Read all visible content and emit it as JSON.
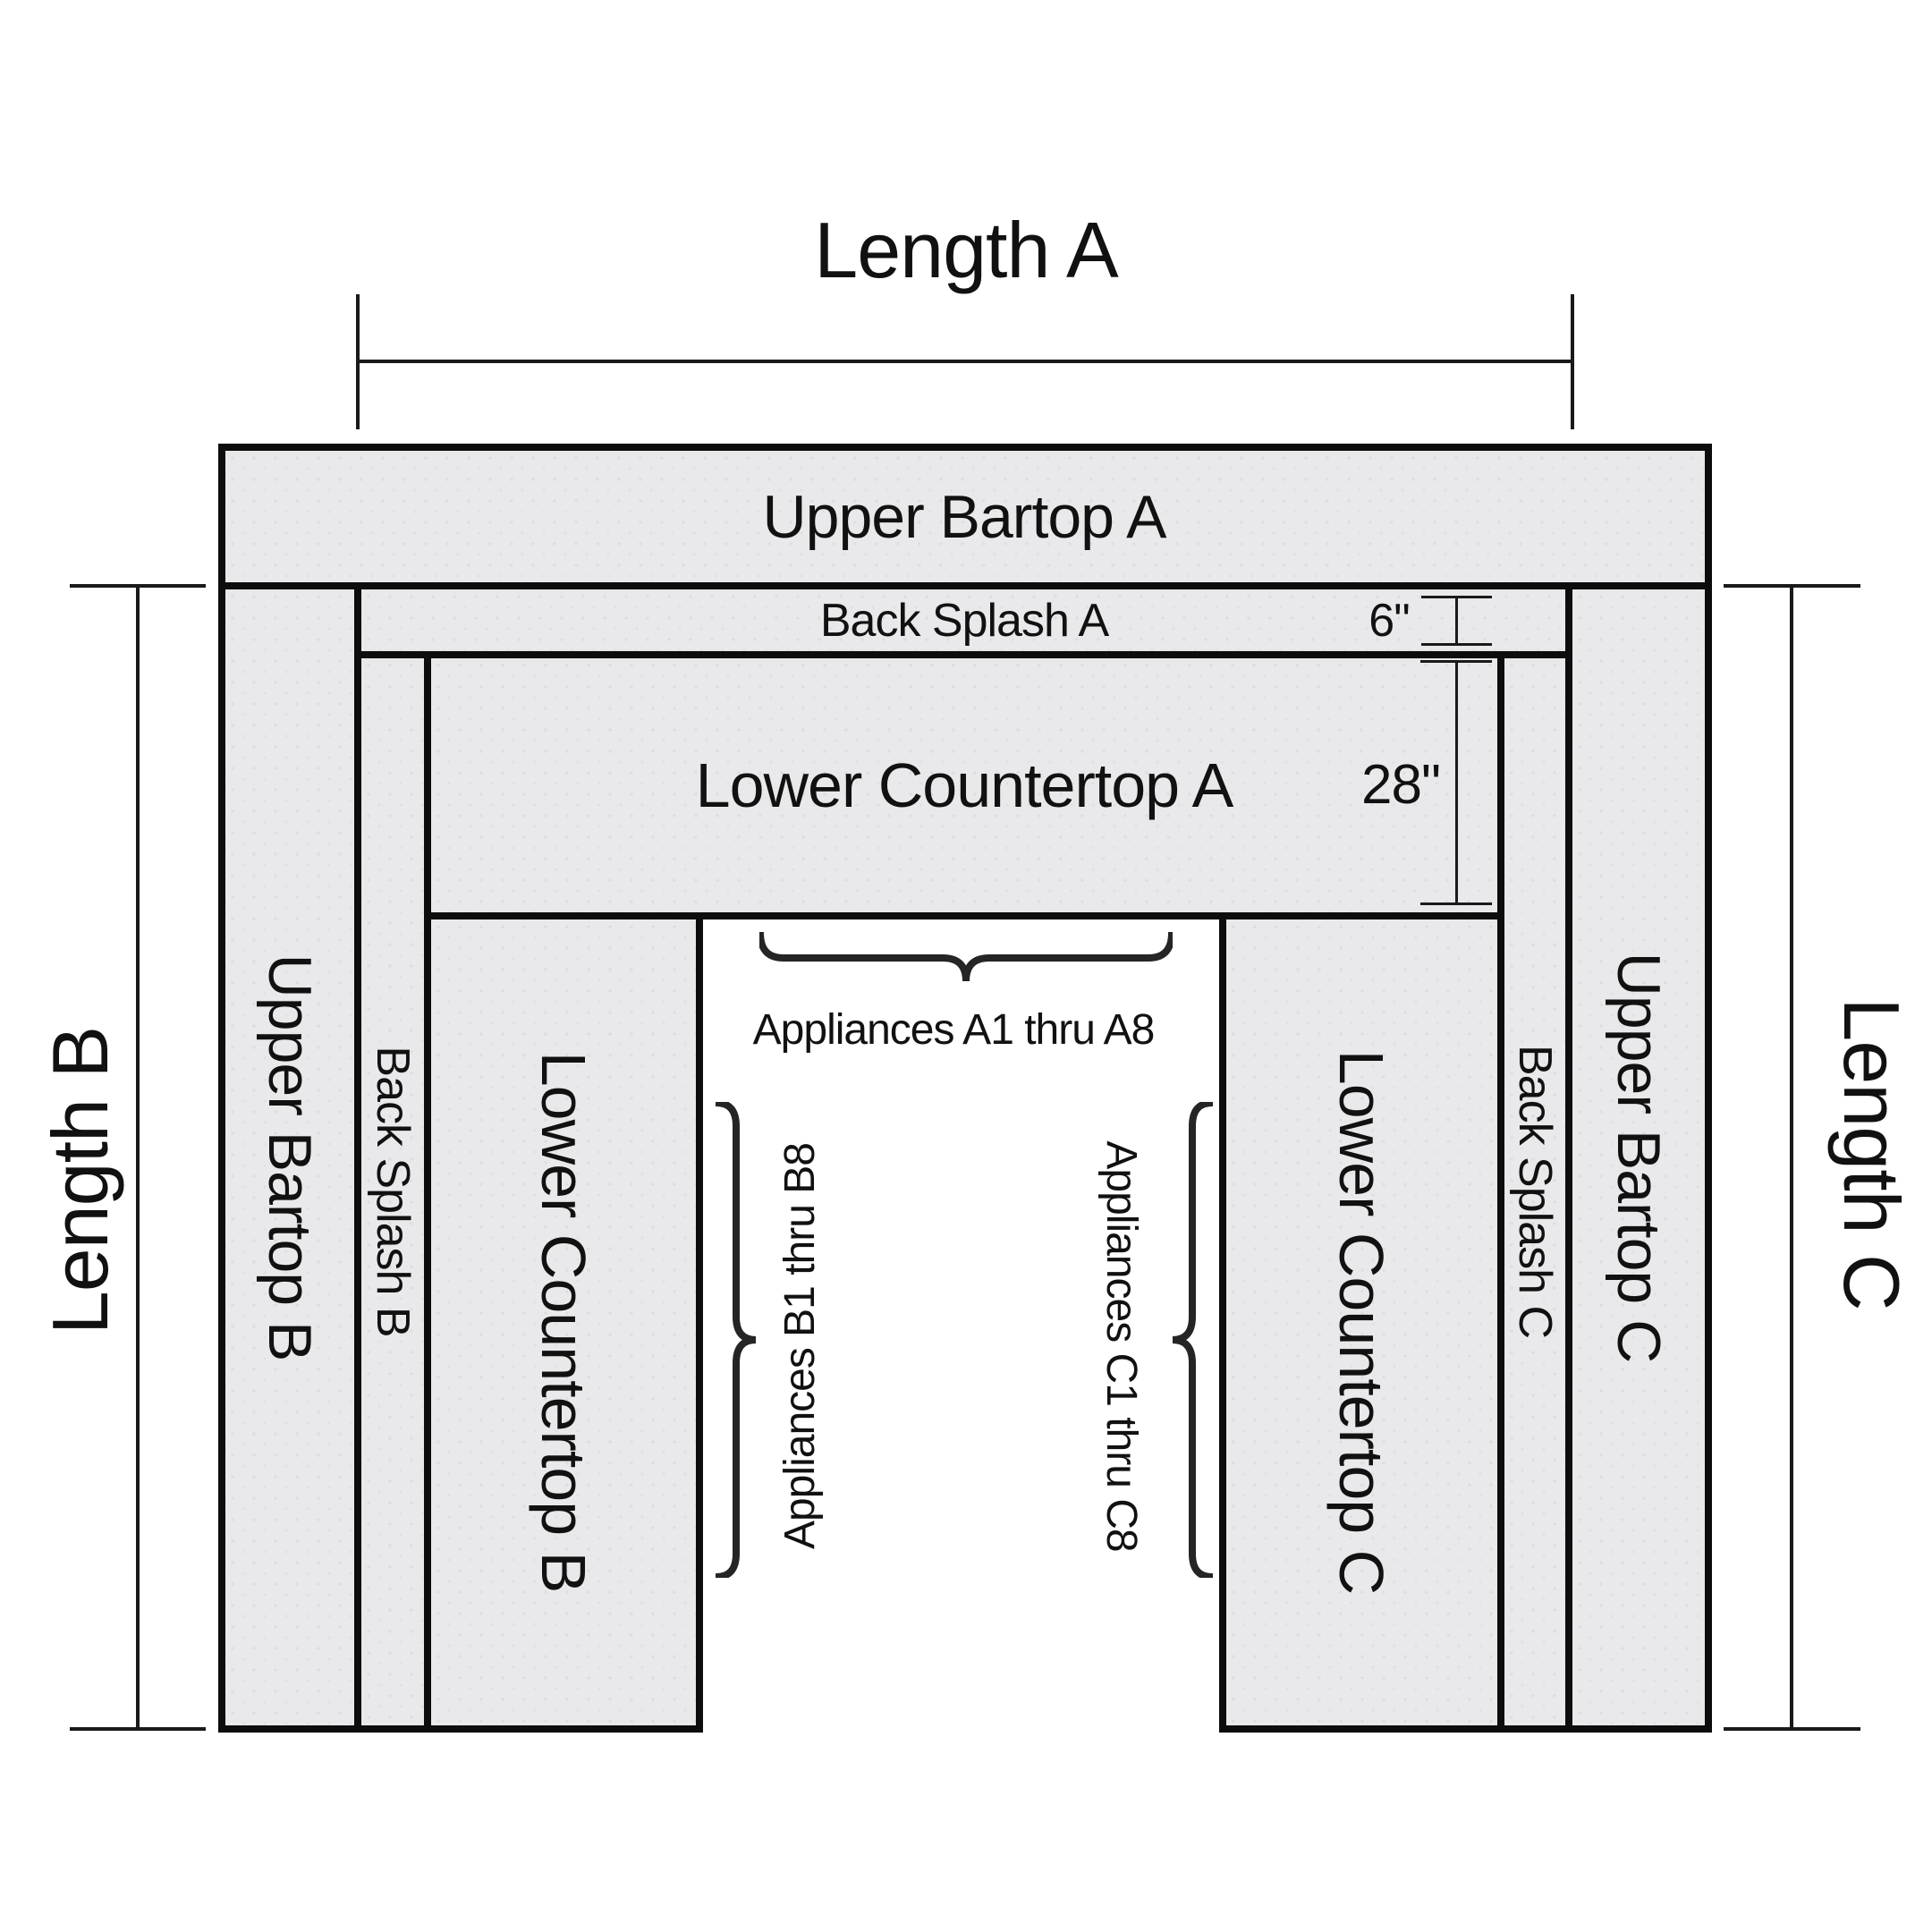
{
  "diagram": {
    "title_a": "Length A",
    "length_b": "Length B",
    "length_c": "Length C",
    "sections": {
      "upper_bartop_a": "Upper Bartop A",
      "back_splash_a": "Back Splash A",
      "lower_countertop_a": "Lower Countertop A",
      "upper_bartop_b": "Upper Bartop B",
      "back_splash_b": "Back Splash B",
      "lower_countertop_b": "Lower Countertop B",
      "lower_countertop_c": "Lower Countertop C",
      "back_splash_c": "Back Splash C",
      "upper_bartop_c": "Upper Bartop C"
    },
    "dimensions": {
      "backsplash_height": "6\"",
      "countertop_depth": "28\""
    },
    "annotations": {
      "appliances_a": "Appliances A1 thru A8",
      "appliances_b": "Appliances B1 thru B8",
      "appliances_c": "Appliances C1 thru C8"
    },
    "colors": {
      "section_fill": "#e9e9eb",
      "line": "#0d0d0d",
      "text": "#111111"
    }
  }
}
